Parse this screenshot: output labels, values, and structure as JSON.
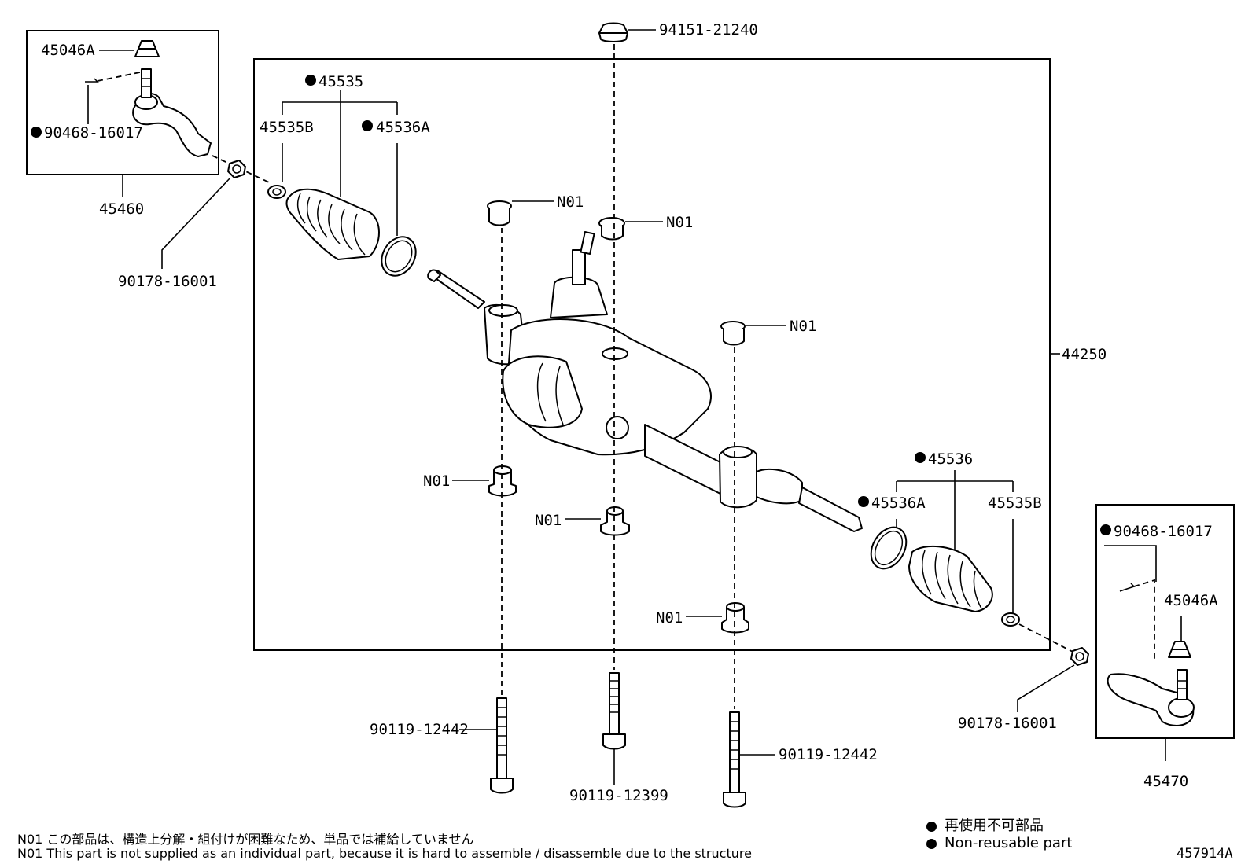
{
  "labels": {
    "p45046a_top": "45046A",
    "p90468_top": "90468-16017",
    "p45460": "45460",
    "p90178_left": "90178-16001",
    "p45535": "45535",
    "p45535b_left": "45535B",
    "p45536a_left": "45536A",
    "p94151": "94151-21240",
    "n01_a": "N01",
    "n01_b": "N01",
    "n01_c": "N01",
    "n01_d": "N01",
    "n01_e": "N01",
    "n01_f": "N01",
    "p44250": "44250",
    "p45536": "45536",
    "p45536a_right": "45536A",
    "p45535b_right": "45535B",
    "p90468_right": "90468-16017",
    "p45046a_right": "45046A",
    "p90178_right": "90178-16001",
    "p45470": "45470",
    "p90119_12442_left": "90119-12442",
    "p90119_12399": "90119-12399",
    "p90119_12442_right": "90119-12442"
  },
  "notes": {
    "jp": "N01 この部品は、構造上分解・組付けが困難なため、単品では補給していません",
    "en": "N01 This part is not supplied as an individual part, because it is hard to assemble / disassemble due to the structure"
  },
  "legend": {
    "jp": "再使用不可部品",
    "en": "Non-reusable part"
  },
  "figure_id": "457914A"
}
